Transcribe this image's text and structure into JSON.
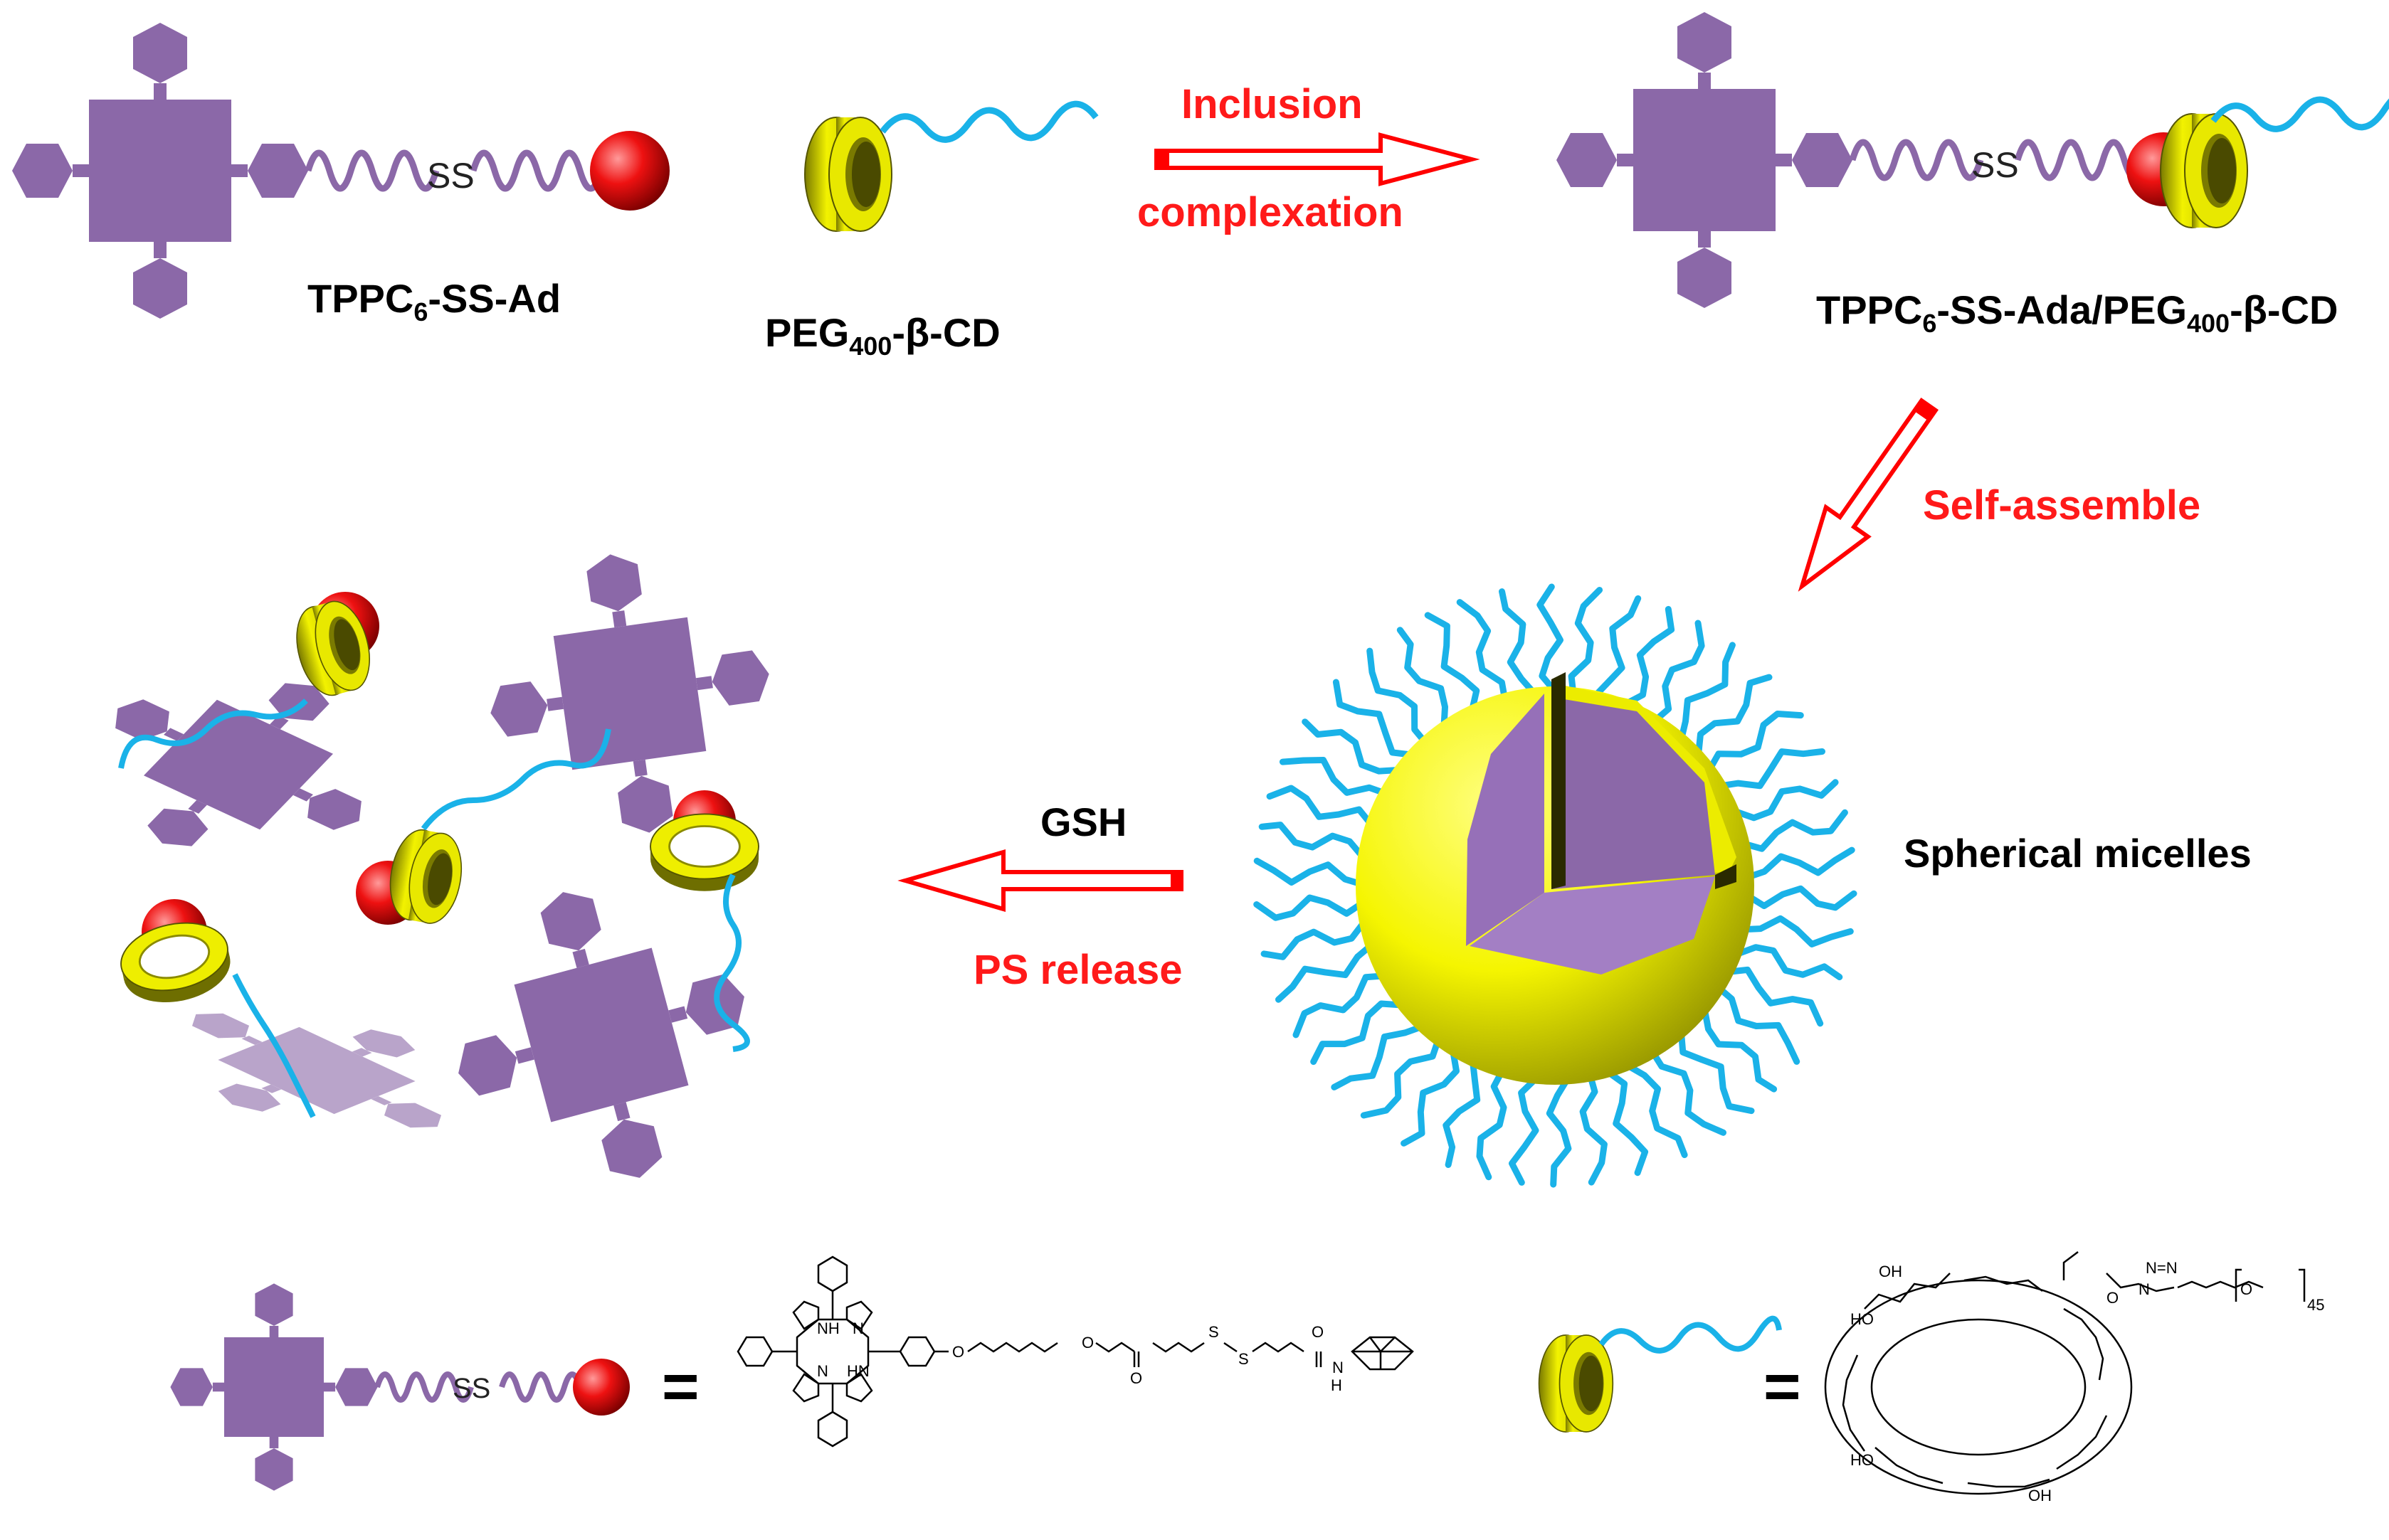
{
  "labels": {
    "tppc6_ss_ad": {
      "main": "TPPC",
      "sub": "6",
      "rest": "-SS-Ad"
    },
    "peg_cd": {
      "main": "PEG",
      "sub": "400",
      "rest": "-β-CD"
    },
    "complex": {
      "main1": "TPPC",
      "sub1": "6",
      "mid": "-SS-Ada/PEG",
      "sub2": "400",
      "rest": "-β-CD"
    },
    "spherical_micelles": "Spherical micelles",
    "gsh": "GSH"
  },
  "steps": {
    "inclusion_line1": "Inclusion",
    "inclusion_line2": "complexation",
    "self_assemble": "Self-assemble",
    "ps_release": "PS release"
  },
  "linker_text": "SS",
  "equals": "=",
  "colors": {
    "porphyrin": "#8b68a8",
    "porphyrin_light": "#b090d0",
    "adamantane": "#e60000",
    "cyclodextrin": "#e6e600",
    "peg": "#1ab2e8",
    "arrow": "#ff0000",
    "step_text": "#ff1a1a"
  },
  "chemical_structures": {
    "tppc6_ss_ad_atoms": [
      "NH",
      "N",
      "N",
      "HN",
      "O",
      "O",
      "O",
      "S",
      "S",
      "O",
      "N",
      "H"
    ],
    "peg_cd_atoms": [
      "OH",
      "HO",
      "O",
      "N",
      "N=N",
      "O",
      "OH",
      "HO",
      "45"
    ]
  },
  "icons": [
    "porphyrin-square-icon",
    "adamantane-sphere-icon",
    "cyclodextrin-ring-icon",
    "peg-chain-icon",
    "micelle-sphere-icon",
    "hollow-arrow-icon"
  ]
}
